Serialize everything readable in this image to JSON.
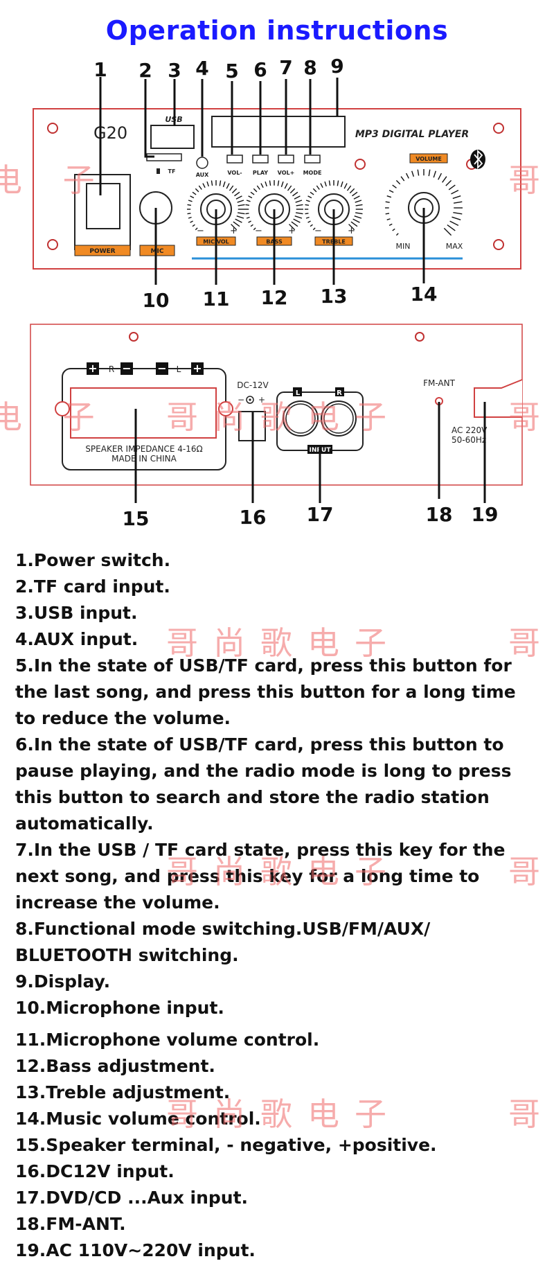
{
  "title": "Operation instructions",
  "watermark": {
    "brand": "哥尚歌电子",
    "left_fragment": "电 子",
    "single": "哥"
  },
  "colors": {
    "title": "#1a1aff",
    "panel_border": "#d04040",
    "tag_fill": "#f08a24",
    "blue_line": "#2a8fd8",
    "watermark": "#f06a6a"
  },
  "callouts": [
    "1",
    "2",
    "3",
    "4",
    "5",
    "6",
    "7",
    "8",
    "9",
    "10",
    "11",
    "12",
    "13",
    "14",
    "15",
    "16",
    "17",
    "18",
    "19"
  ],
  "front_panel": {
    "model": "G20",
    "usb": "USB",
    "tf": "TF",
    "aux": "AUX",
    "brand": "MP3 DIGITAL PLAYER",
    "buttons": [
      "VOL-",
      "PLAY",
      "VOL+",
      "MODE"
    ],
    "power": "POWER",
    "mic": "MIC",
    "knobs": [
      "MIC VOL",
      "BASS",
      "TREBLE"
    ],
    "minus": "−",
    "plus": "+",
    "volume": "VOLUME",
    "min": "MIN",
    "max": "MAX"
  },
  "rear_panel": {
    "plus": "+",
    "minus": "−",
    "channel_r": "R",
    "channel_l": "L",
    "impedance": "SPEAKER IMPEDANCE 4-16Ω",
    "made_in": "MADE IN CHINA",
    "dc": "DC-12V",
    "input": "INPUT",
    "fm": "FM-ANT",
    "ac_voltage": "AC 220V",
    "ac_freq": "50-60Hz"
  },
  "instructions": [
    "1.Power switch.",
    "2.TF card input.",
    "3.USB input.",
    "4.AUX input.",
    "5.In the state of USB/TF card, press this button for",
    "the last song, and press this button for a long time",
    "to reduce the volume.",
    "6.In the state of USB/TF card, press this button to",
    "pause playing, and the radio mode is long to press",
    "this button to search and store the radio station",
    "automatically.",
    "7.In the USB / TF card state, press this key for the",
    "next song, and press this key for a long time to",
    "increase the volume.",
    "8.Functional mode switching.USB/FM/AUX/",
    "BLUETOOTH switching.",
    "9.Display.",
    "10.Microphone input.",
    "11.Microphone volume control.",
    "12.Bass adjustment.",
    "13.Treble adjustment.",
    "14.Music volume control.",
    "15.Speaker terminal, - negative, +positive.",
    "16.DC12V input.",
    "17.DVD/CD ...Aux input.",
    "18.FM-ANT.",
    "19.AC 110V~220V input."
  ]
}
